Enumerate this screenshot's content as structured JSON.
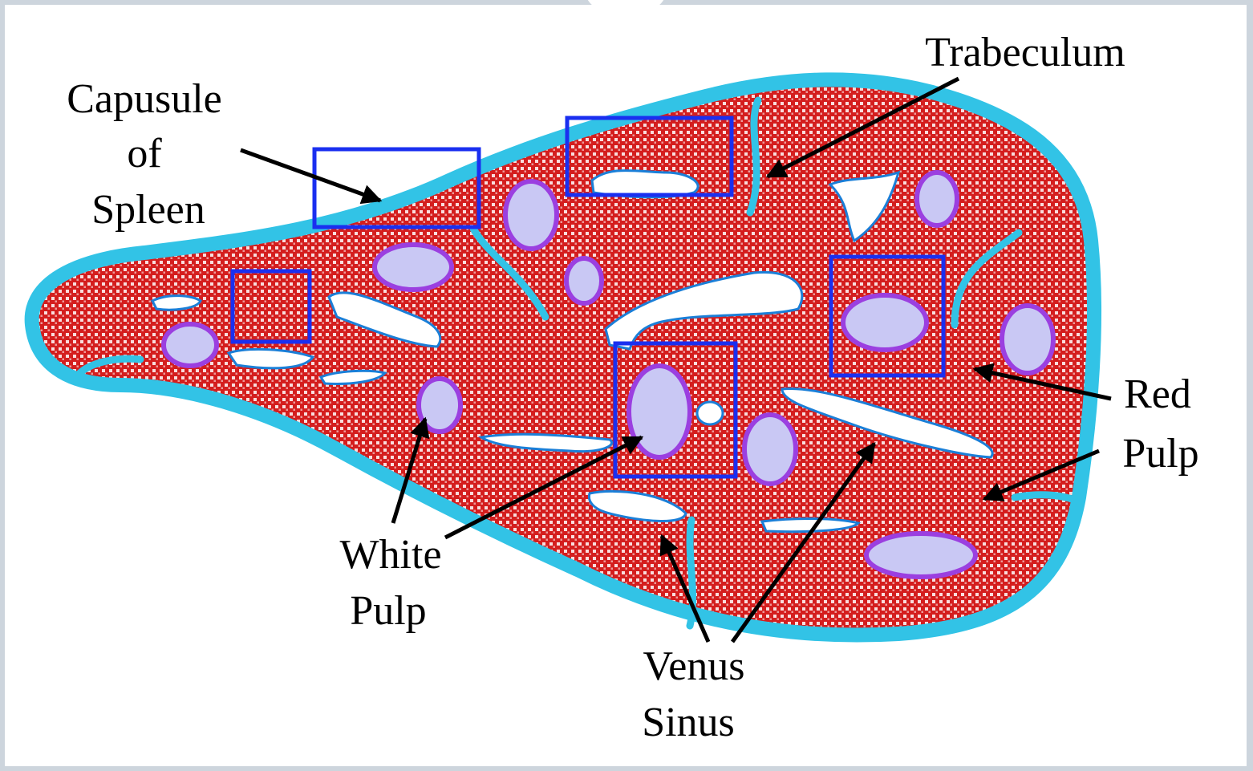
{
  "labels": {
    "capsule": [
      "Capusule",
      "of",
      "Spleen"
    ],
    "trabeculum": "Trabeculum",
    "red_pulp": [
      "Red",
      "Pulp"
    ],
    "white_pulp": [
      "White",
      "Pulp"
    ],
    "venus_sinus": [
      "Venus",
      "Sinus"
    ]
  },
  "colors": {
    "parenchyma": "#d41e1e",
    "capsule": "#32c3e6",
    "white_pulp_fill": "#c9c8f4",
    "white_pulp_ring": "#9b3fe0",
    "sinus_fill": "#ffffff",
    "sinus_edge": "#1a7fd8",
    "highlight_box": "#1a2ff0",
    "arrow": "#000000",
    "frame": "#cdd5dd"
  }
}
